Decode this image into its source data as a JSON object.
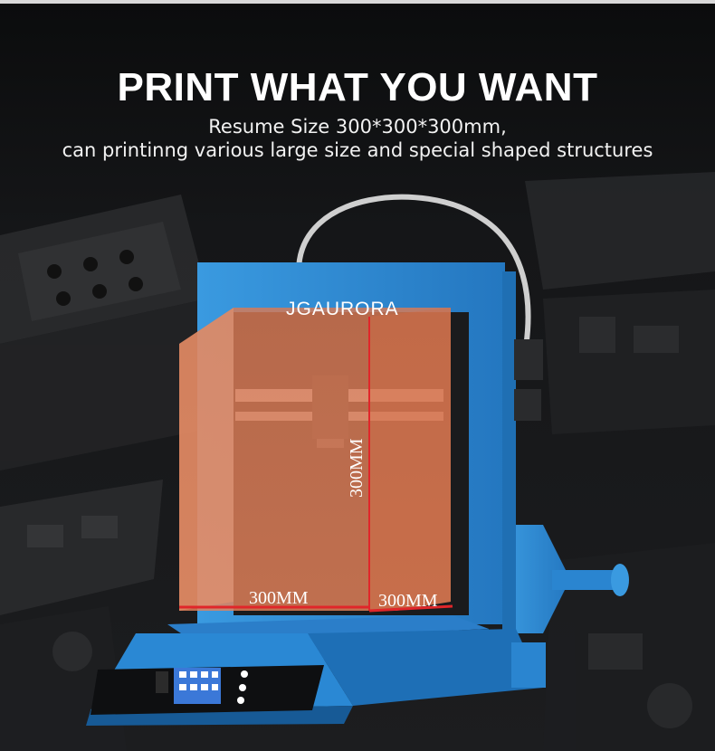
{
  "headline": "PRINT WHAT YOU WANT",
  "subheadline_line1": "Resume Size 300*300*300mm,",
  "subheadline_line2": "can printinng various large size and special shaped structures",
  "brand_logo": "JGAURORA",
  "dimensions": {
    "height_label": "300MM",
    "width_label": "300MM",
    "depth_label": "300MM"
  },
  "colors": {
    "frame_blue": "#2f8ed6",
    "build_volume_orange": "#e0784a",
    "dimension_line_red": "#e0262a",
    "background": "#0f1012"
  }
}
